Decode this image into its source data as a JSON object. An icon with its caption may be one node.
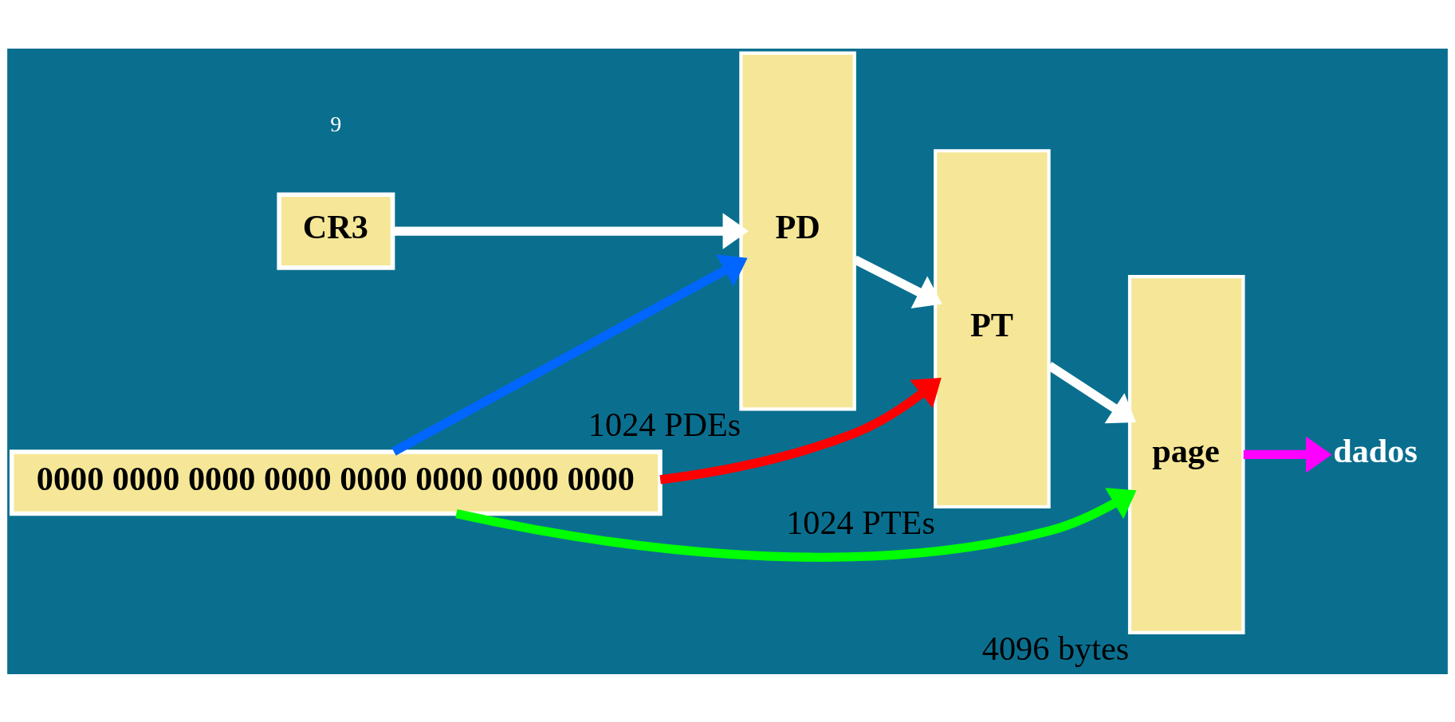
{
  "diagram": {
    "nodes": [
      {
        "text": [
          "CR3"
        ]
      },
      {
        "text": [
          "PD"
        ],
        "beside": [
          "1024 PDEs"
        ]
      },
      {
        "text": [
          "PT"
        ],
        "beside": [
          "1024 PTEs"
        ]
      },
      {
        "text": [
          "page"
        ],
        "beside": [
          "4096 bytes"
        ]
      },
      {
        "text": [
          "dados"
        ]
      },
      {
        "text": [
          "0000 0000 0000 0000 0000 0000 0000 0000"
        ]
      }
    ],
    "edges": [
      {
        "from": 0,
        "to": 1,
        "arrow": "to"
      },
      {
        "from": 1,
        "to": 2,
        "arrow": "to"
      },
      {
        "from": 2,
        "to": 3,
        "arrow": "to"
      },
      {
        "from": 5,
        "to": 1,
        "arrow": "to",
        "color": "#0066ff"
      },
      {
        "from": 5,
        "to": 2,
        "arrow": "to",
        "color": "#ff0000"
      },
      {
        "from": 5,
        "to": 3,
        "arrow": "to",
        "color": "#00ff00"
      },
      {
        "from": 3,
        "to": 4,
        "arrow": "to",
        "color": "#ff00ff"
      }
    ],
    "labels": [
      "9"
    ]
  }
}
